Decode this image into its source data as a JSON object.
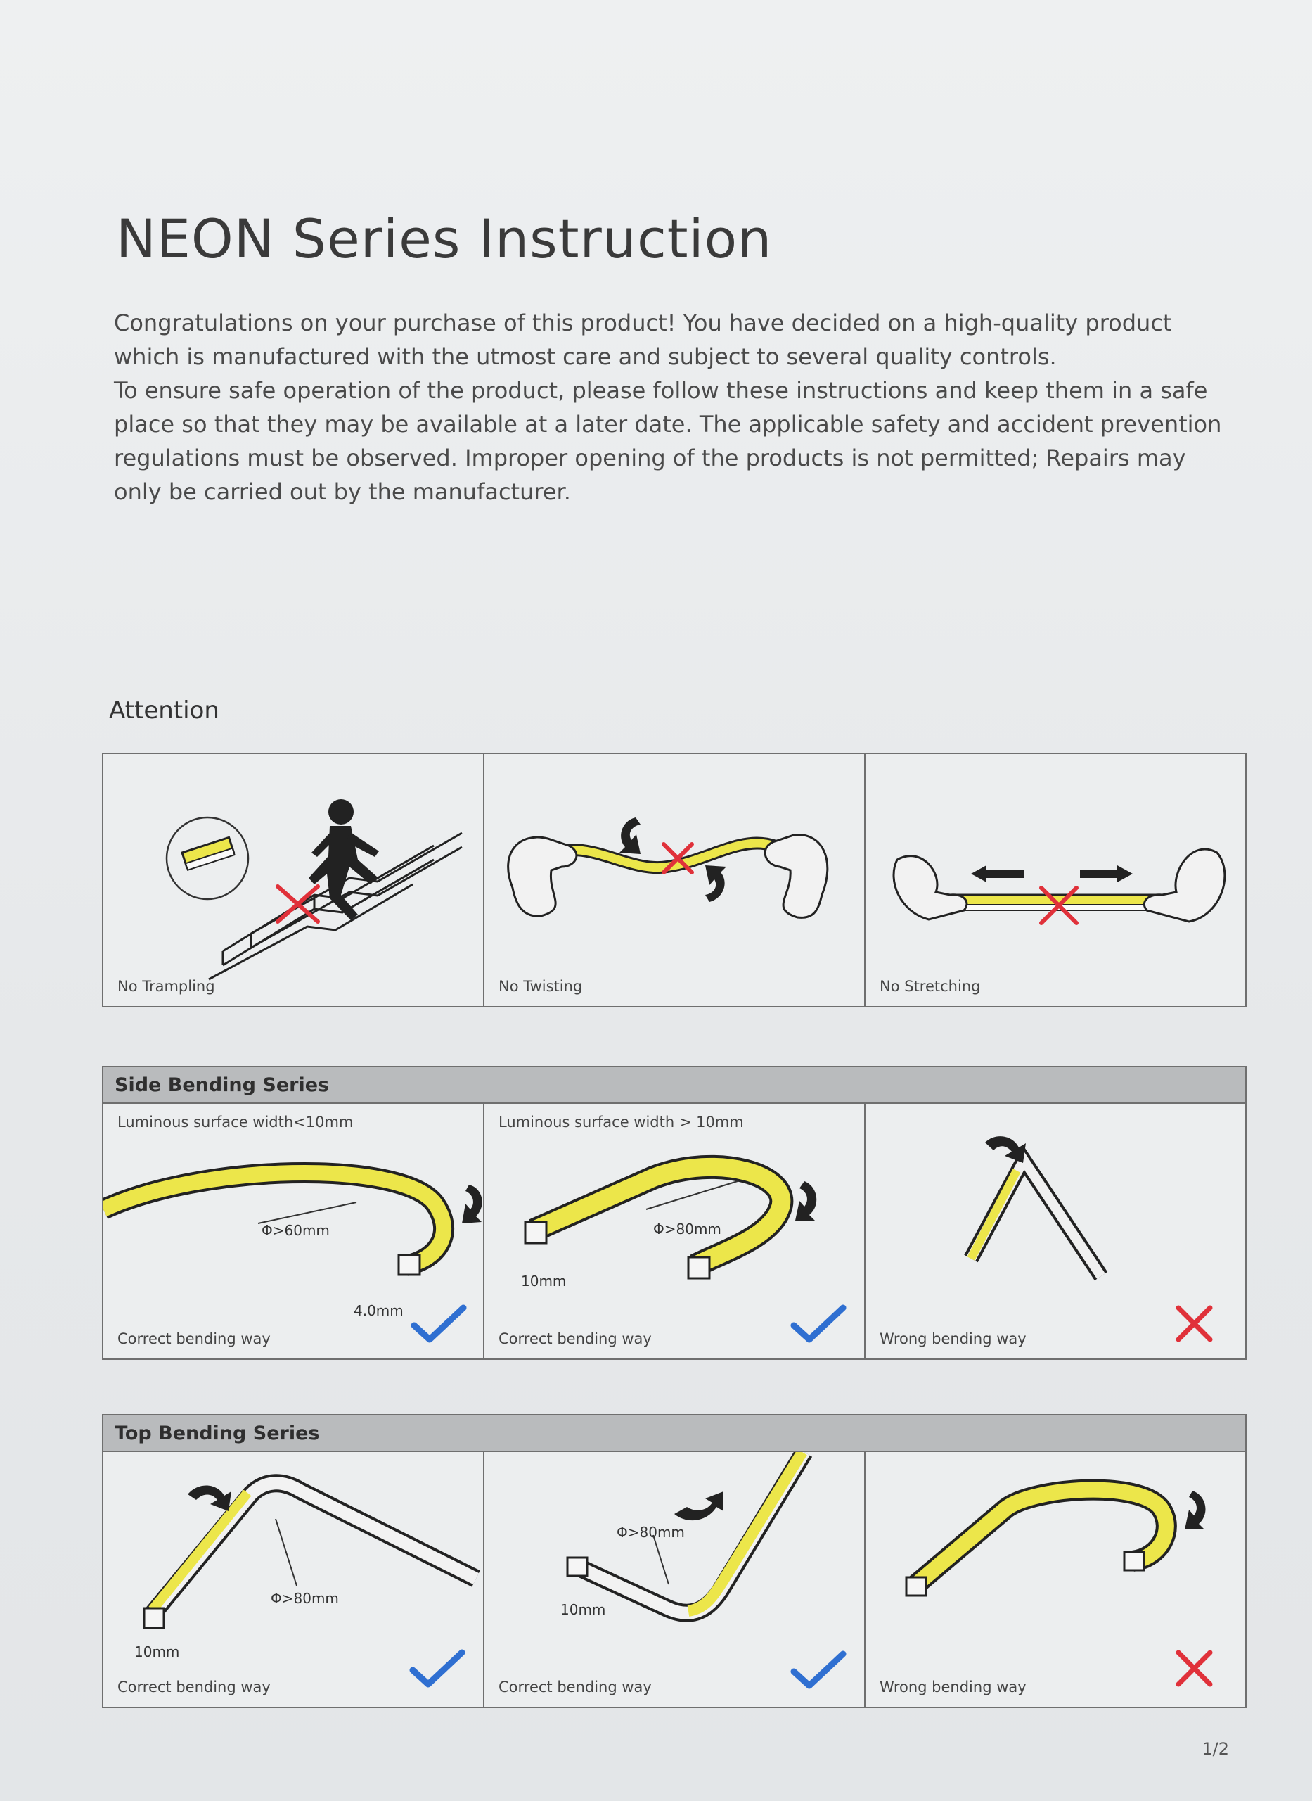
{
  "title": "NEON Series Instruction",
  "intro": {
    "p1": "Congratulations on your purchase of this product! You have decided on a high-quality product which is manufactured with the utmost care and subject to several quality controls.",
    "p2": "To ensure safe operation of the product, please follow these instructions and keep them in a safe place so that they may be available at a later date. The applicable safety and accident prevention regulations must be observed. Improper opening of the products is not permitted; Repairs may only be carried out by the manufacturer."
  },
  "attention": {
    "heading": "Attention",
    "items": [
      {
        "label": "No Trampling"
      },
      {
        "label": "No Twisting"
      },
      {
        "label": "No Stretching"
      }
    ]
  },
  "side_bending": {
    "heading": "Side Bending Series",
    "cells": [
      {
        "sublabel": "Luminous surface width<10mm",
        "diameter": "Φ>60mm",
        "dimension": "4.0mm",
        "caption": "Correct bending way",
        "result": "correct"
      },
      {
        "sublabel": "Luminous surface width > 10mm",
        "diameter": "Φ>80mm",
        "dimension": "10mm",
        "caption": "Correct bending way",
        "result": "correct"
      },
      {
        "caption": "Wrong bending way",
        "result": "wrong"
      }
    ]
  },
  "top_bending": {
    "heading": "Top Bending Series",
    "cells": [
      {
        "diameter": "Φ>80mm",
        "dimension": "10mm",
        "caption": "Correct bending way",
        "result": "correct"
      },
      {
        "diameter": "Φ>80mm",
        "dimension": "10mm",
        "caption": "Correct bending way",
        "result": "correct"
      },
      {
        "caption": "Wrong bending way",
        "result": "wrong"
      }
    ]
  },
  "page_number": "1/2",
  "colors": {
    "strip_yellow": "#ece64a",
    "check_blue": "#2f6fd1",
    "cross_red": "#e0313a",
    "header_gray": "#b9bbbd"
  },
  "icons": [
    "person-icon",
    "hand-icon",
    "arrow-curved-icon",
    "arrow-straight-icon",
    "check-icon",
    "cross-icon"
  ]
}
